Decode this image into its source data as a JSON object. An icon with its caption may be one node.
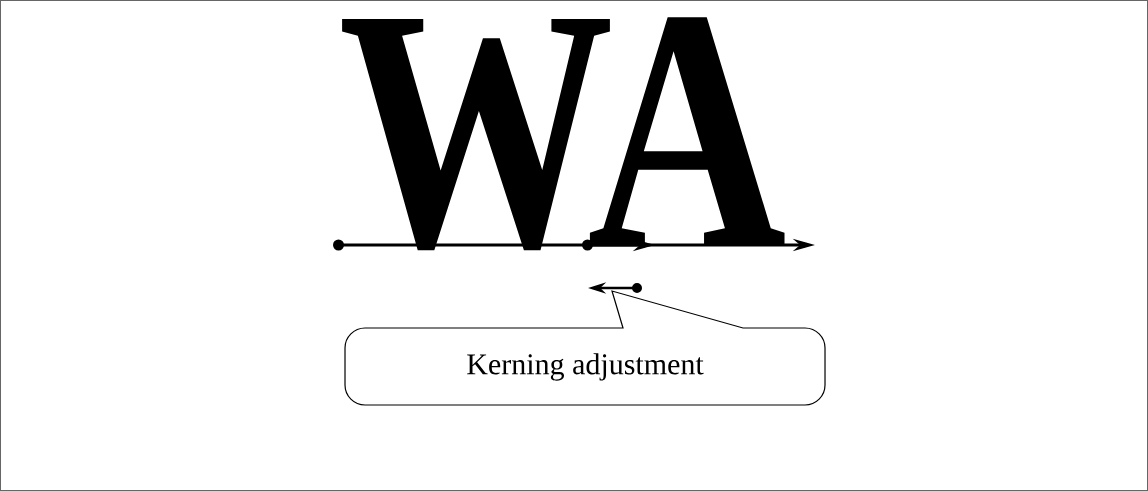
{
  "diagram": {
    "nodes": [
      {
        "text": [
          "Kerning adjustment"
        ]
      }
    ],
    "labels": [
      "W",
      "A"
    ]
  }
}
